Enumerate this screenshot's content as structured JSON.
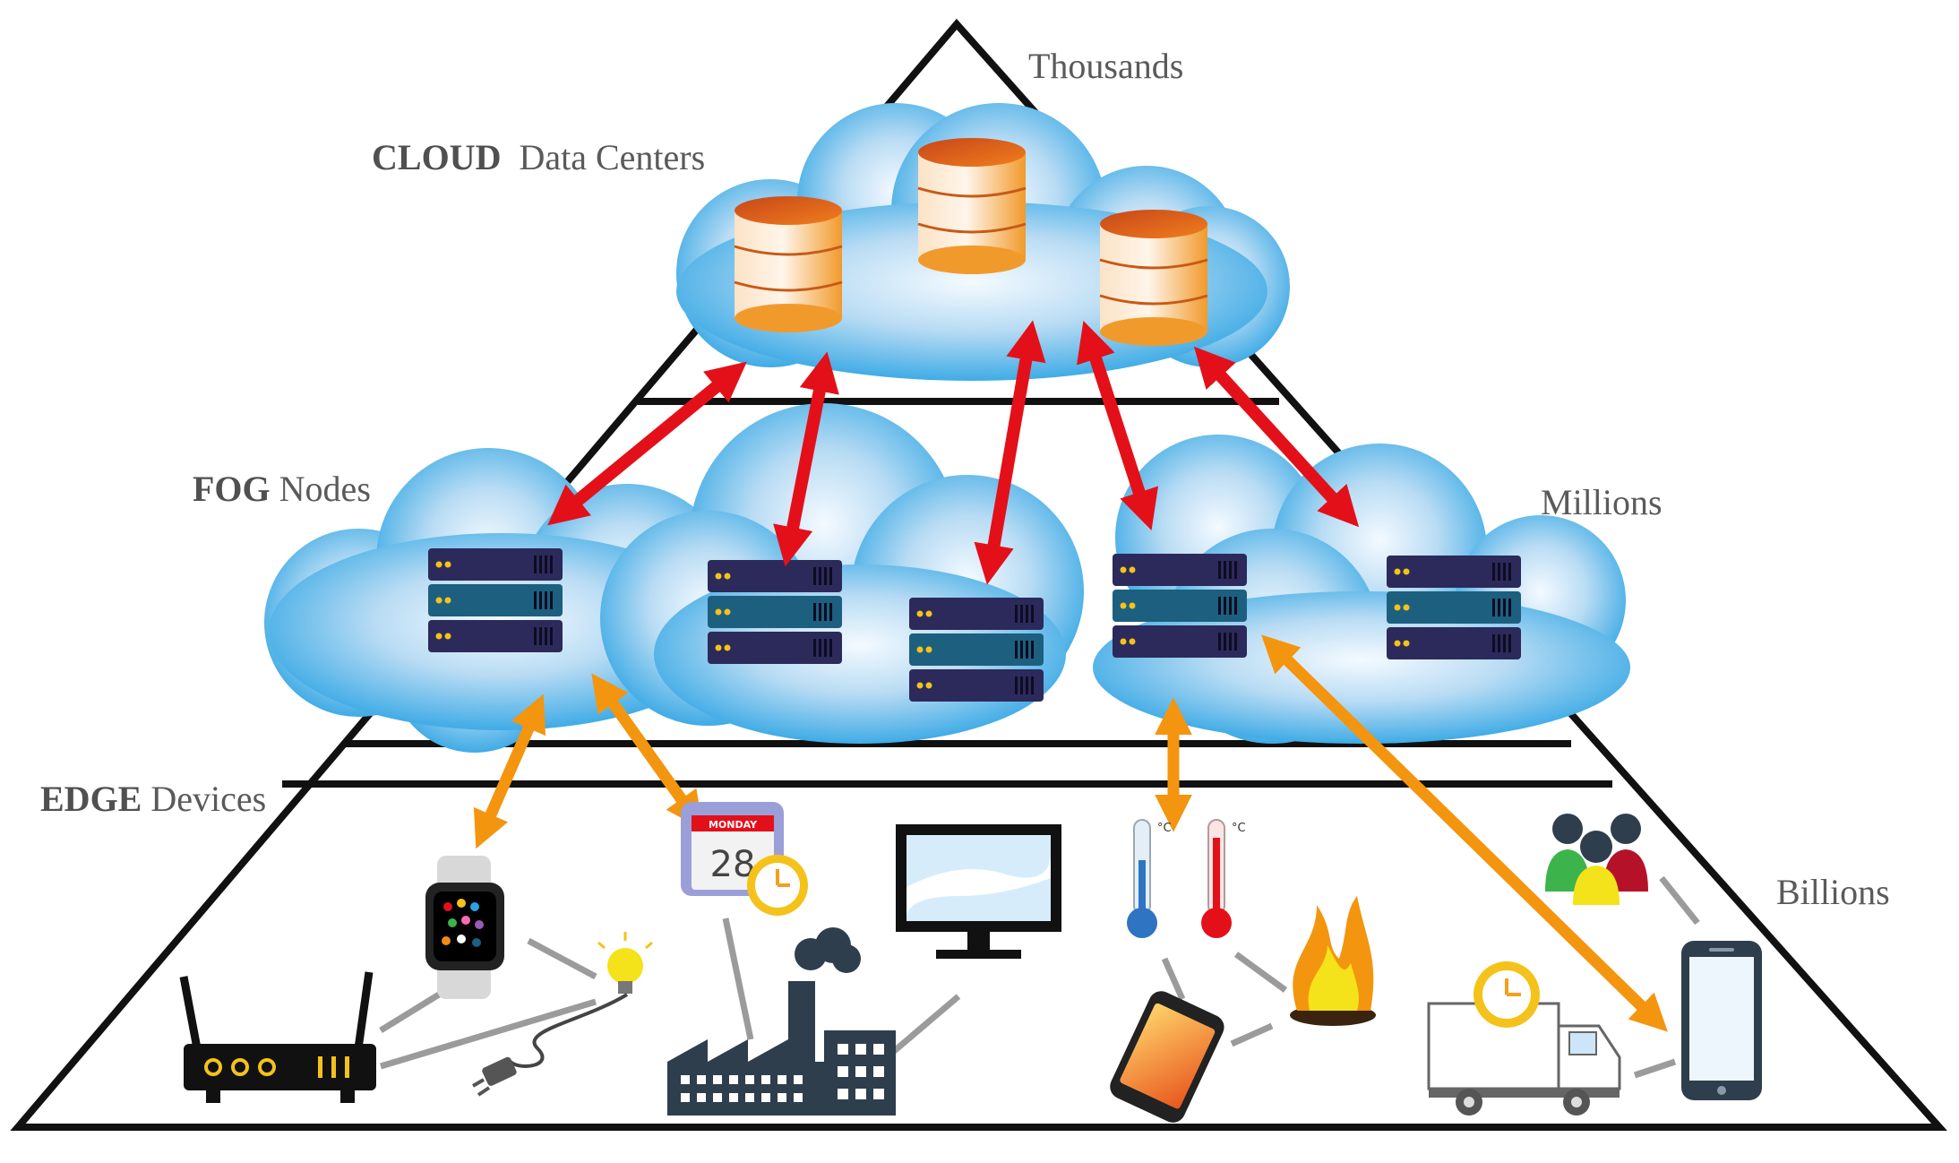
{
  "labels": {
    "cloud_bold": "CLOUD",
    "cloud_rest": "Data Centers",
    "fog_bold": "FOG",
    "fog_rest": "Nodes",
    "edge_bold": "EDGE",
    "edge_rest": "Devices"
  },
  "counts": {
    "cloud": "Thousands",
    "fog": "Millions",
    "edge": "Billions"
  },
  "calendar": {
    "day": "MONDAY",
    "date": "28"
  },
  "thermometer_unit": "°C",
  "colors": {
    "cloud_light": "#eef6fd",
    "cloud_dark": "#2aa3e3",
    "cloud_to_fog_arrow": "#e3101a",
    "fog_to_edge_arrow": "#f4950f",
    "database": "#f08a18",
    "server": "#2c2a5a",
    "server_mid": "#1d5f7f",
    "connector_line": "#9b9b9b"
  }
}
